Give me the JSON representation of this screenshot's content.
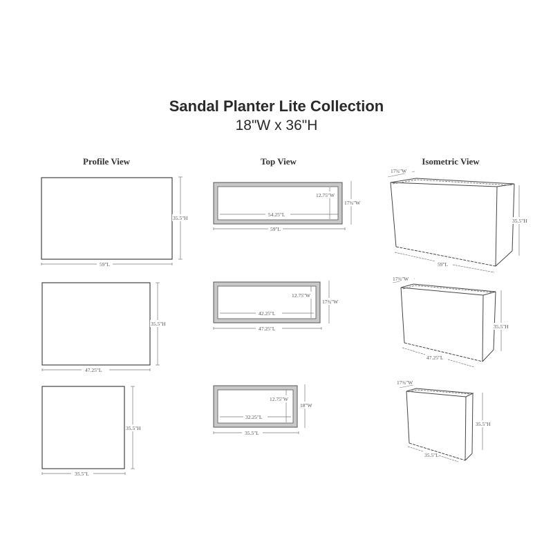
{
  "header": {
    "title": "Sandal Planter Lite Collection",
    "subtitle": "18\"W x 36\"H"
  },
  "columns": {
    "profile": "Profile View",
    "top": "Top View",
    "isometric": "Isometric View"
  },
  "colors": {
    "line": "#444444",
    "rim_fill": "#c8c8c8",
    "dim_line": "#777777",
    "text": "#333333"
  },
  "sizes": [
    {
      "profile": {
        "length": "59\"L",
        "height": "35.5\"H"
      },
      "top": {
        "inner_length": "54.25\"L",
        "inner_width": "12.75\"W",
        "outer_width": "17¾\"W",
        "outer_length": "59\"L"
      },
      "isometric": {
        "width": "17¾\"W",
        "height": "35.5\"H",
        "length": "59\"L"
      }
    },
    {
      "profile": {
        "length": "47.25\"L",
        "height": "35.5\"H"
      },
      "top": {
        "inner_length": "42.25\"L",
        "inner_width": "12.75\"W",
        "outer_width": "17¾\"W",
        "outer_length": "47.25\"L"
      },
      "isometric": {
        "width": "17¾\"W",
        "height": "35.5\"H",
        "length": "47.25\"L"
      }
    },
    {
      "profile": {
        "length": "35.5\"L",
        "height": "35.5\"H"
      },
      "top": {
        "inner_length": "32.25\"L",
        "inner_width": "12.75\"W",
        "outer_width": "18\"W",
        "outer_length": "35.5\"L"
      },
      "isometric": {
        "width": "17¾\"W",
        "height": "35.5\"H",
        "length": "35.5\"L"
      }
    }
  ]
}
